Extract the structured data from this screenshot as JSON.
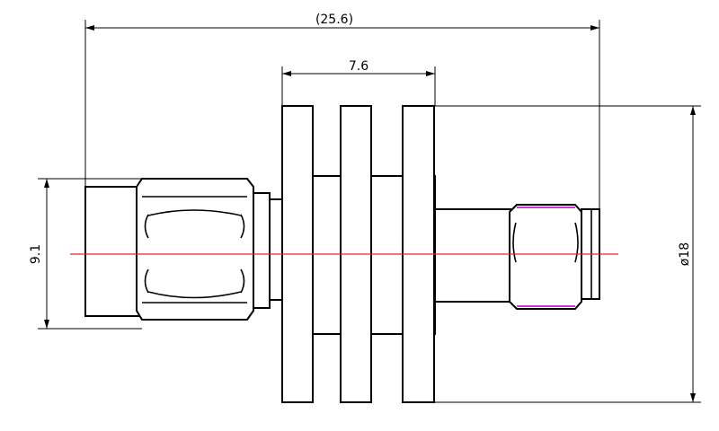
{
  "dimensions": {
    "overall_length": "(25.6)",
    "fin_span": "7.6",
    "hex_height": "9.1",
    "fin_diameter": "ø18"
  },
  "colors": {
    "background": "#ffffff",
    "line": "#000000",
    "centerline": "#e0242a",
    "hex_accent": "#c43cc4"
  }
}
